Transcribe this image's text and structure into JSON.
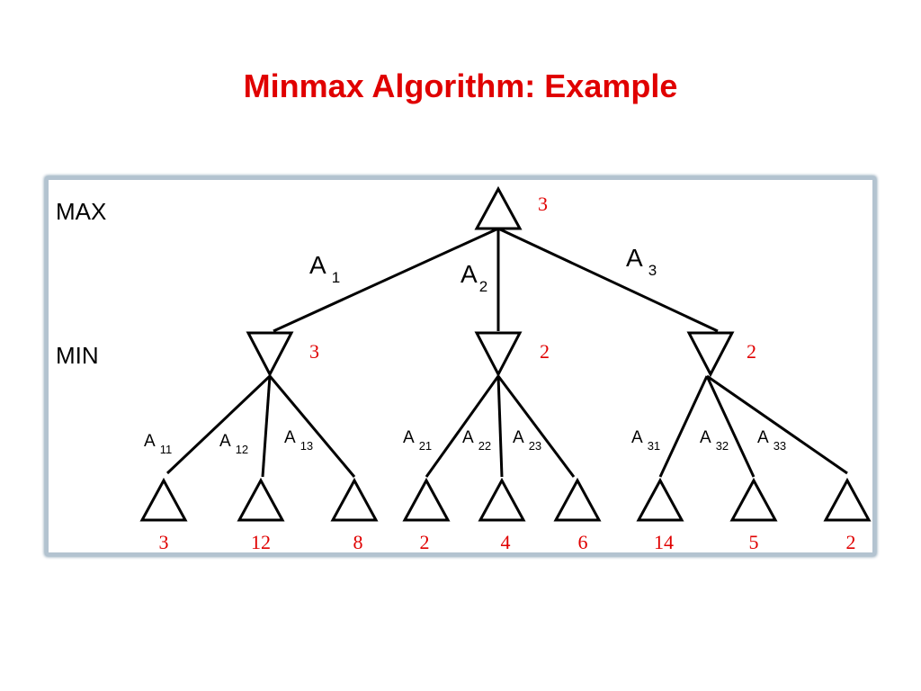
{
  "title": "Minmax Algorithm: Example",
  "levels": {
    "max": "MAX",
    "min": "MIN"
  },
  "root": {
    "value": "3"
  },
  "branches": [
    {
      "action": "A",
      "sub": "1",
      "value": "3",
      "children": [
        {
          "action": "A",
          "sub": "11",
          "value": "3"
        },
        {
          "action": "A",
          "sub": "12",
          "value": "12"
        },
        {
          "action": "A",
          "sub": "13",
          "value": "8"
        }
      ]
    },
    {
      "action": "A",
      "sub": "2",
      "value": "2",
      "children": [
        {
          "action": "A",
          "sub": "21",
          "value": "2"
        },
        {
          "action": "A",
          "sub": "22",
          "value": "4"
        },
        {
          "action": "A",
          "sub": "23",
          "value": "6"
        }
      ]
    },
    {
      "action": "A",
      "sub": "3",
      "value": "2",
      "children": [
        {
          "action": "A",
          "sub": "31",
          "value": "14"
        },
        {
          "action": "A",
          "sub": "32",
          "value": "5"
        },
        {
          "action": "A",
          "sub": "33",
          "value": "2"
        }
      ]
    }
  ],
  "colors": {
    "title": "#e00000",
    "value": "#e00000",
    "tree": "#000000",
    "frame_border": "#b3c3d0"
  }
}
